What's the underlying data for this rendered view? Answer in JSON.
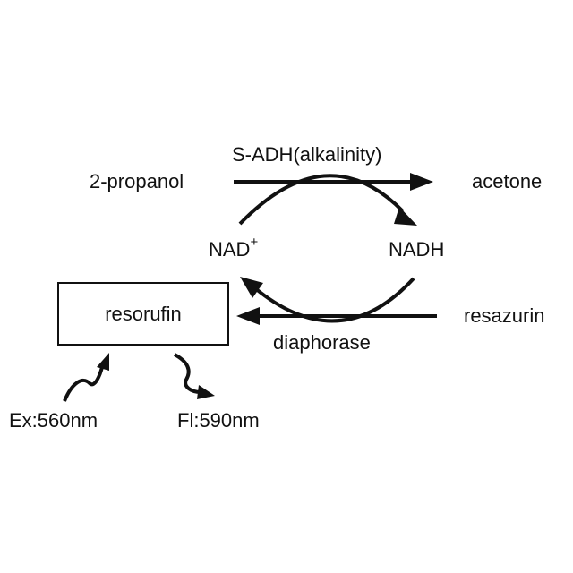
{
  "labels": {
    "substrate": "2-propanol",
    "enzyme_top": "S-ADH(alkalinity)",
    "product": "acetone",
    "cofactor_oxidized": "NAD",
    "cofactor_oxidized_charge": "+",
    "cofactor_reduced": "NADH",
    "dye_product": "resorufin",
    "dye_substrate": "resazurin",
    "enzyme_bottom": "diaphorase",
    "excitation": "Ex:560nm",
    "fluorescence": "Fl:590nm"
  }
}
